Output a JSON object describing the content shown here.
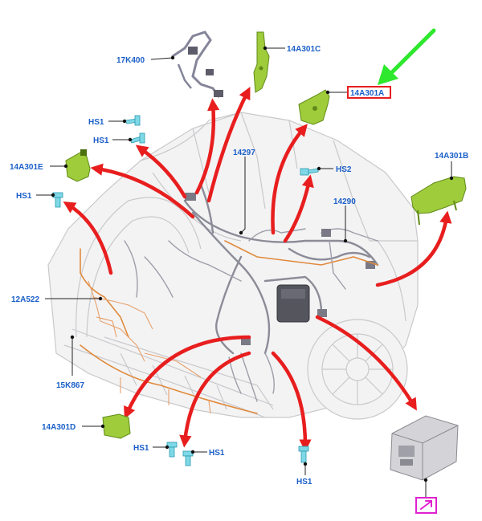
{
  "labels": {
    "p17k400": "17K400",
    "p14a301c": "14A301C",
    "p14a301a": "14A301A",
    "p14a301b": "14A301B",
    "p14a301e": "14A301E",
    "p14a301d": "14A301D",
    "p14297": "14297",
    "p14290": "14290",
    "p12a522": "12A522",
    "p15k867": "15K867",
    "hs1_a": "HS1",
    "hs1_b": "HS1",
    "hs1_c": "HS1",
    "hs1_d": "HS1",
    "hs1_e": "HS1",
    "hs1_f": "HS1",
    "hs2": "HS2"
  },
  "colors": {
    "callout": "#1a5fc8",
    "arrow": "#e81e1e",
    "highlight_box": "#e81e1e",
    "pointer_arrow": "#2ee82e",
    "bracket": "#9fcc3a",
    "fastener": "#7fd8e6",
    "link_box": "#e020d0"
  },
  "icons": {
    "link_icon": "external-link-icon"
  }
}
